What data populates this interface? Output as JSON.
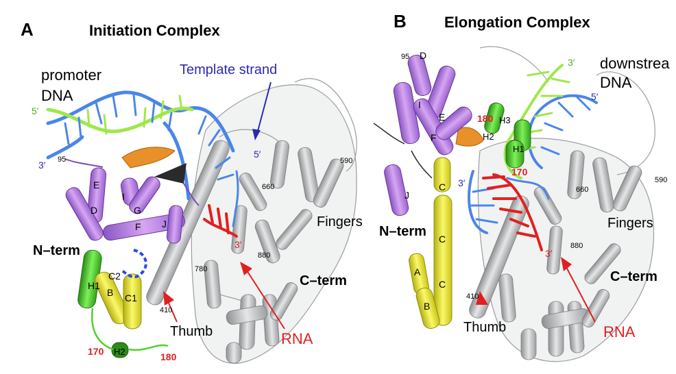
{
  "panel_a": {
    "letter": "A",
    "title": "Initiation Complex",
    "labels": {
      "promoter_line1": "promoter",
      "promoter_line2": "DNA",
      "template_strand": "Template strand",
      "five_prime_green": "5′",
      "three_prime_blue": "3′",
      "five_prime_blue": "5′",
      "three_prime_red": "3′",
      "n_term": "N–term",
      "c_term": "C–term",
      "fingers": "Fingers",
      "thumb": "Thumb",
      "rna": "RNA",
      "res_95": "95",
      "res_590": "590",
      "res_660": "660",
      "res_880": "880",
      "res_780": "780",
      "res_410": "410",
      "res_170": "170",
      "res_180": "180",
      "helix_E": "E",
      "helix_D": "D",
      "helix_I": "I",
      "helix_G": "G",
      "helix_F": "F",
      "helix_J": "J",
      "helix_H1": "H1",
      "helix_B": "B",
      "helix_C2": "C2",
      "helix_C1": "C1",
      "helix_H2": "H2"
    }
  },
  "panel_b": {
    "letter": "B",
    "title": "Elongation Complex",
    "labels": {
      "downstream_line1": "downstrea",
      "downstream_line2": "DNA",
      "three_prime_green": "3′",
      "five_prime_blue": "5′",
      "three_prime_blue": "3′",
      "three_prime_red": "3′",
      "n_term": "N–term",
      "c_term": "C–term",
      "fingers": "Fingers",
      "thumb": "Thumb",
      "rna": "RNA",
      "res_95": "95",
      "res_180": "180",
      "res_170": "170",
      "res_660": "660",
      "res_590": "590",
      "res_880": "880",
      "res_410": "410",
      "helix_D": "D",
      "helix_I": "I",
      "helix_E": "E",
      "helix_F": "F",
      "helix_H2": "H2",
      "helix_H3": "H3",
      "helix_H1": "H1",
      "helix_J": "J",
      "helix_C": "C",
      "helix_C_mid": "C",
      "helix_C_low": "C",
      "helix_A": "A",
      "helix_B": "B"
    }
  },
  "colors": {
    "purple": "#c08ae6",
    "purple_dark": "#7a4bb8",
    "yellow": "#f2ee2a",
    "green": "#4fd12c",
    "dna_blue": "#4a86e8",
    "dna_green": "#9ee84a",
    "rna_red": "#e02020",
    "grey": "#c9cbcc",
    "grey_dark": "#9a9c9e",
    "orange": "#e8902a",
    "label_blue": "#2a2ab0",
    "label_red": "#e02020"
  }
}
